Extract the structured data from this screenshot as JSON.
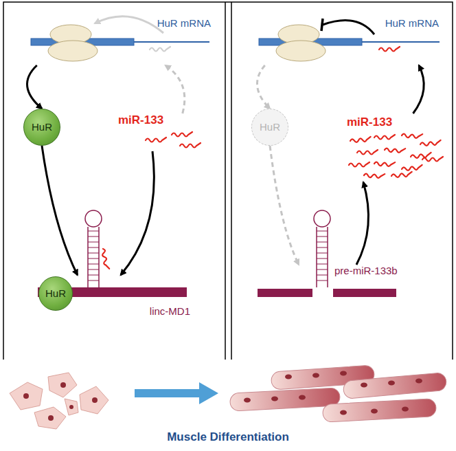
{
  "diagram": {
    "nodes": [
      {
        "text": [
          "HuR mRNA"
        ]
      },
      {
        "text": [
          "HuR"
        ]
      },
      {
        "text": [
          "miR-133"
        ]
      },
      {
        "text": [
          "linc-MD1"
        ]
      },
      {
        "text": [
          "HuR"
        ],
        "in": 3
      },
      {
        "text": [
          "HuR mRNA"
        ]
      },
      {
        "text": [
          "HuR"
        ]
      },
      {
        "text": [
          "miR-133"
        ]
      },
      {
        "text": [
          "pre-miR-133b"
        ]
      }
    ],
    "edges": [
      {
        "from": 0,
        "to": 1,
        "arrow": "to"
      },
      {
        "from": 1,
        "to": 3,
        "arrow": "to"
      },
      {
        "from": 2,
        "to": 3,
        "arrow": "to"
      },
      {
        "from": 2,
        "to": 0,
        "arrow": "to"
      },
      {
        "from": 7,
        "to": 5,
        "arrow": "to"
      },
      {
        "from": 5,
        "to": 6,
        "arrow": "to"
      },
      {
        "from": 6,
        "to": 8,
        "arrow": "to"
      },
      {
        "from": 8,
        "to": 7,
        "arrow": "to"
      }
    ],
    "labels": [
      "Muscle Differentiation"
    ]
  }
}
